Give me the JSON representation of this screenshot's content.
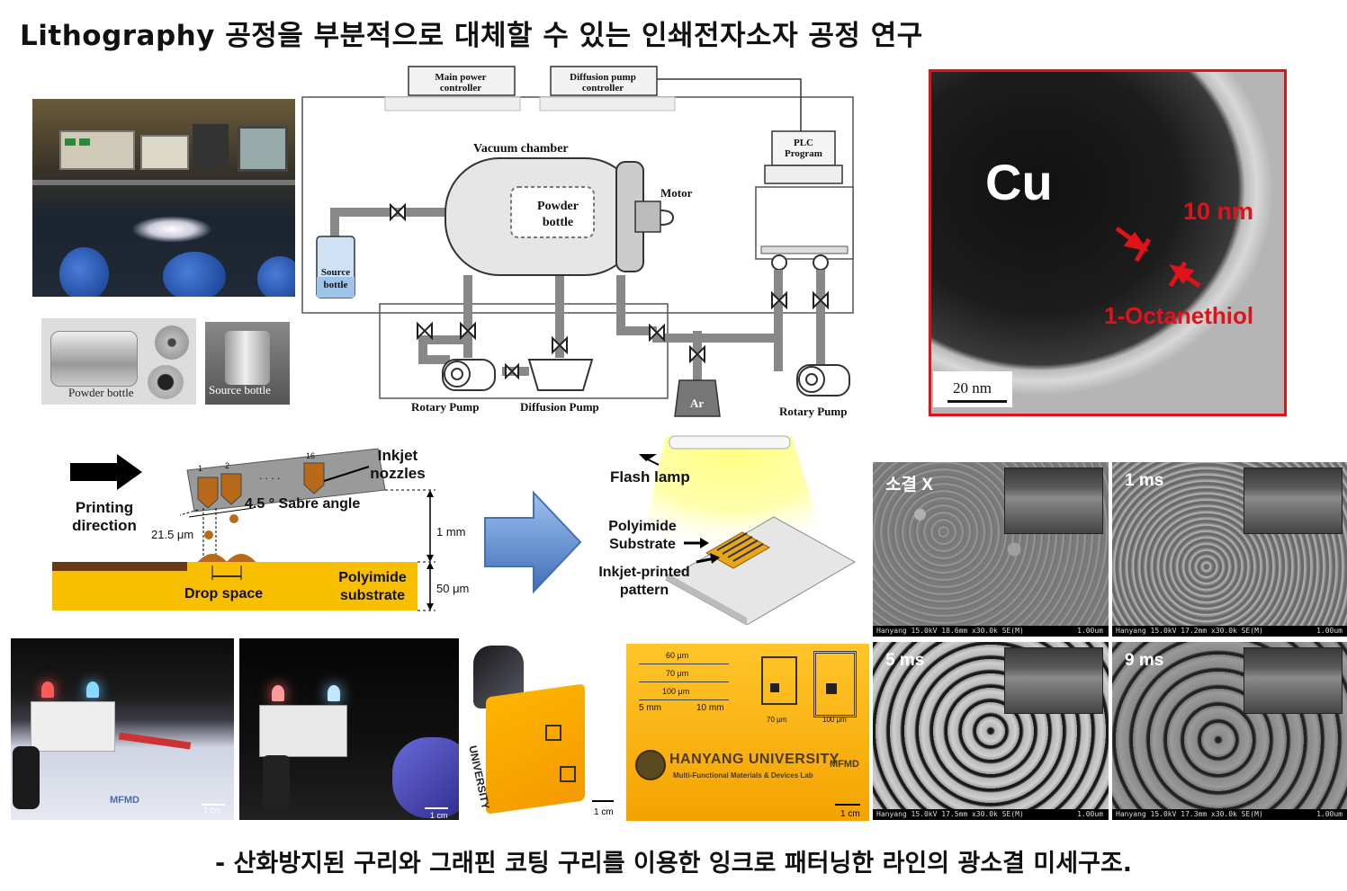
{
  "title": "Lithography 공정을 부분적으로 대체할 수 있는 인쇄전자소자 공정 연구",
  "caption": "- 산화방지된 구리와 그래핀 코팅 구리를 이용한 잉크로 패터닝한 라인의 광소결 미세구조.",
  "apparatus": {
    "main_power": "Main power controller",
    "diffusion_ctrl": "Diffusion pump controller",
    "vacuum_chamber": "Vacuum chamber",
    "plc": "PLC Program",
    "motor": "Motor",
    "powder_bottle": "Powder bottle",
    "source_bottle": "Source bottle",
    "rotary_pump_1": "Rotary Pump",
    "diffusion_pump": "Diffusion Pump",
    "ar": "Ar",
    "rotary_pump_2": "Rotary Pump"
  },
  "photos": {
    "powder_bottle": "Powder bottle",
    "source_bottle": "Source bottle"
  },
  "tem": {
    "cu": "Cu",
    "thickness": "10 nm",
    "coating": "1-Octanethiol",
    "scale": "20 nm"
  },
  "inkjet": {
    "printing_direction": "Printing direction",
    "nozzles": "Inkjet nozzles",
    "sabre_angle": "4.5 ° Sabre angle",
    "nozzle_size": "21.5 μm",
    "drop_space": "Drop space",
    "substrate": "Polyimide substrate",
    "height_gap": "1 mm",
    "thickness": "50 μm",
    "nozzle_ids": [
      "1",
      "2",
      ". . . .",
      "16"
    ]
  },
  "flash": {
    "lamp": "Flash lamp",
    "substrate": "Polyimide Substrate",
    "pattern": "Inkjet-printed pattern"
  },
  "sem_panels": [
    {
      "label": "소결 X",
      "footer": "Hanyang 15.0kV 18.6mm x30.0k SE(M)",
      "scale": "1.00um"
    },
    {
      "label": "1 ms",
      "footer": "Hanyang 15.0kV 17.2mm x30.0k SE(M)",
      "scale": "1.00um"
    },
    {
      "label": "5 ms",
      "footer": "Hanyang 15.0kV 17.5mm x30.0k SE(M)",
      "scale": "1.00um"
    },
    {
      "label": "9 ms",
      "footer": "Hanyang 15.0kV 17.3mm x30.0k SE(M)",
      "scale": "1.00um"
    }
  ],
  "bottom_photos": {
    "scale_a": "1 cm",
    "scale_b": "1 cm",
    "scale_c": "1 cm",
    "scale_d": "1 cm",
    "logo": "MFMD",
    "flex_text": "UNIVERSITY",
    "card_university": "HANYANG UNIVERSITY",
    "card_lab": "Multi-Functional Materials & Devices Lab",
    "card_logo": "MFMD",
    "line_60": "60 μm",
    "line_70": "70 μm",
    "line_100": "100 μm",
    "mm_5": "5 mm",
    "mm_10": "10 mm",
    "coil_70": "70 μm",
    "coil_100": "100 μm"
  }
}
